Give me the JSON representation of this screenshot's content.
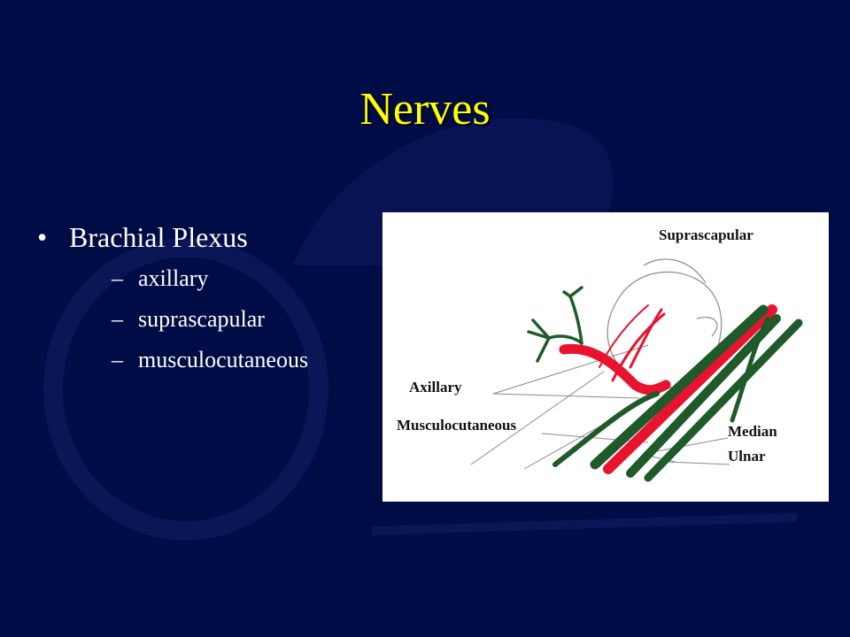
{
  "slide": {
    "title": "Nerves"
  },
  "bullets": {
    "main": {
      "marker": "•",
      "label": "Brachial Plexus"
    },
    "sub_marker": "–",
    "sub_items": [
      "axillary",
      "suprascapular",
      "musculocutaneous"
    ]
  },
  "figure": {
    "labels": {
      "suprascapular": "Suprascapular",
      "axillary": "Axillary",
      "musculocutaneous": "Musculocutaneous",
      "median": "Median",
      "ulnar": "Ulnar"
    },
    "colors": {
      "nerve_red": "#e8132f",
      "nerve_green": "#1f5a2a",
      "outline": "#8a8a8a"
    }
  }
}
